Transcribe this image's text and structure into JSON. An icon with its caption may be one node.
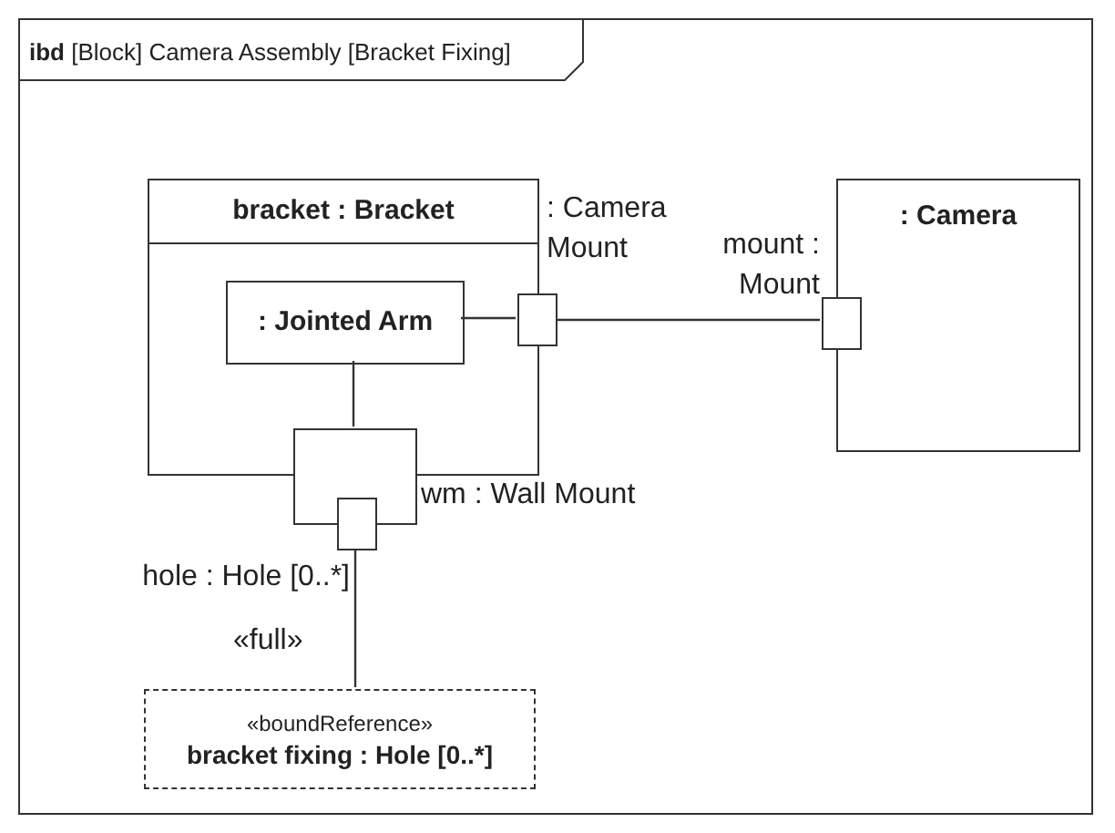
{
  "diagram": {
    "nodes": [
      {
        "text": [
          "**ibd** [Block] Camera Assembly [Bracket Fixing]"
        ]
      },
      {
        "text": [
          "bracket : Bracket"
        ],
        "in": 0
      },
      {
        "text": [
          ": Jointed Arm"
        ],
        "in": 1
      },
      {
        "text": [],
        "shape": "box",
        "beside": [
          ": Camera Mount"
        ],
        "in": 0
      },
      {
        "text": [],
        "shape": "box",
        "beside": [
          "wm : Wall Mount"
        ],
        "in": 0
      },
      {
        "text": [],
        "shape": "box",
        "beside": [
          "hole : Hole [0..*]"
        ],
        "in": 0
      },
      {
        "text": [
          ": Camera"
        ],
        "in": 0
      },
      {
        "text": [],
        "shape": "box",
        "beside": [
          "mount : Mount"
        ],
        "in": 0
      },
      {
        "text": [
          "«boundReference»",
          "bracket fixing : Hole [0..*]"
        ],
        "in": 0
      }
    ],
    "edges": [
      {
        "from": 2,
        "to": 3,
        "arrow": "none"
      },
      {
        "from": 3,
        "to": 7,
        "arrow": "none"
      },
      {
        "from": 2,
        "to": 4,
        "arrow": "none"
      },
      {
        "from": 5,
        "to": 8,
        "arrow": "none",
        "label": "«full»"
      }
    ]
  }
}
